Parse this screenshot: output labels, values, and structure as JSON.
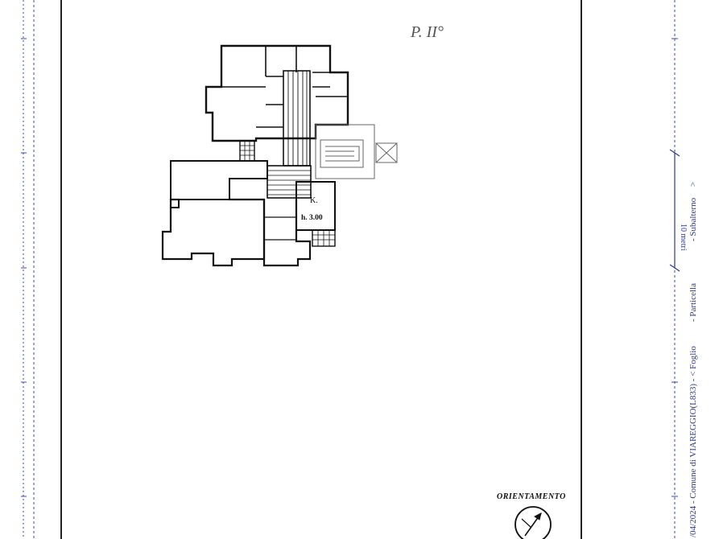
{
  "sheet": {
    "floor_note": "P. II°",
    "room_label": "K.",
    "room_height": "h. 3.00",
    "orientation_label": "ORIENTAMENTO",
    "scale_bar_label": "10 metri",
    "margin_stamp_main": "/04/2024 - Comune di VIAREGGIO(L833) - < Foglio",
    "margin_stamp_particella": "- Particella",
    "margin_stamp_subalterno": "- Subalterno",
    "margin_stamp_end": ">"
  },
  "colors": {
    "ink": "#111111",
    "margin_ink": "#2d3a8c",
    "frame": "#222222"
  }
}
